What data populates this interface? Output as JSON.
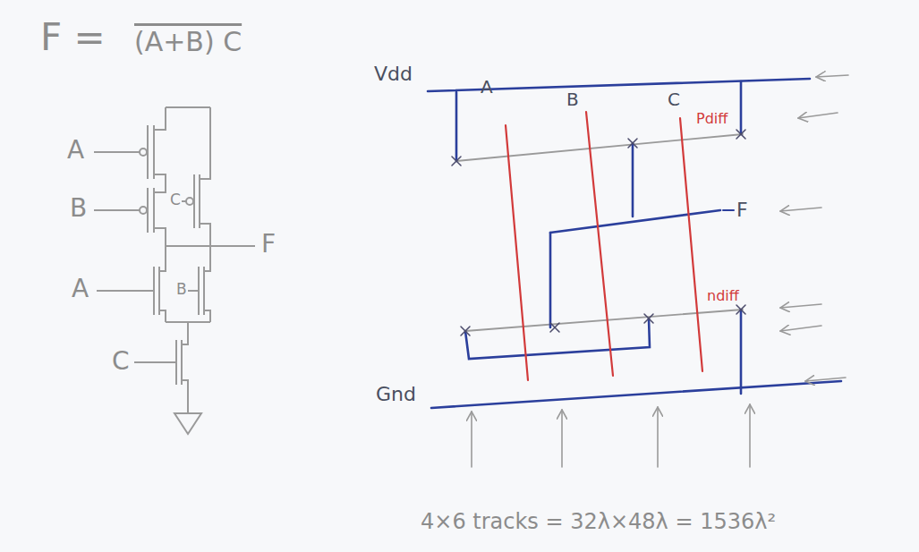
{
  "diagram": {
    "labels": [
      "F =",
      "(A+B) C",
      "A",
      "B",
      "C",
      "F",
      "A",
      "B",
      "C",
      "Vdd",
      "A",
      "B",
      "C",
      "Pdiff",
      "F",
      "ndiff",
      "Gnd",
      "4×6 tracks = 32λ×48λ = 1536λ²"
    ]
  }
}
